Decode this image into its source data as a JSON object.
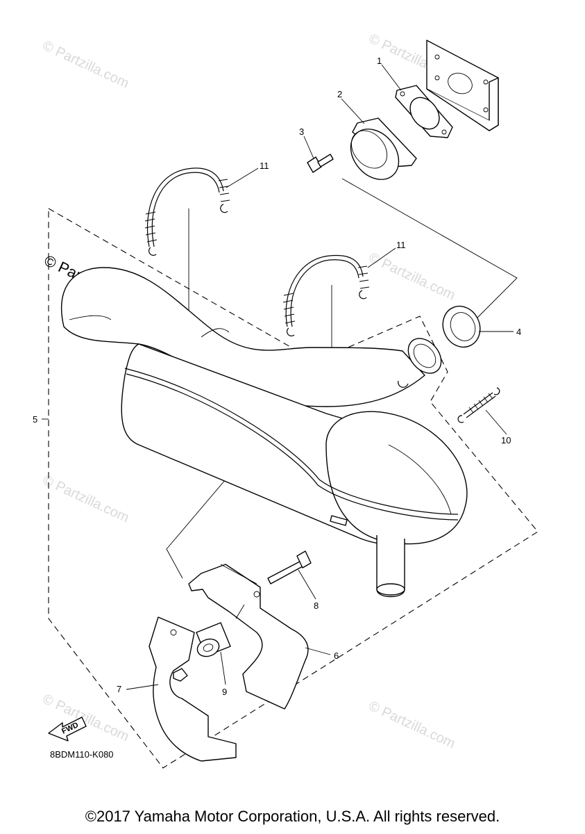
{
  "watermark": "© Partzilla.com",
  "watermark_main": "© Partzilla.com",
  "diagram_code": "8BDM110-K080",
  "fwd_label": "FWD",
  "copyright": "©2017 Yamaha Motor Corporation, U.S.A. All rights reserved.",
  "callouts": [
    "1",
    "2",
    "3",
    "4",
    "5",
    "6",
    "7",
    "8",
    "9",
    "10",
    "11",
    "11"
  ]
}
